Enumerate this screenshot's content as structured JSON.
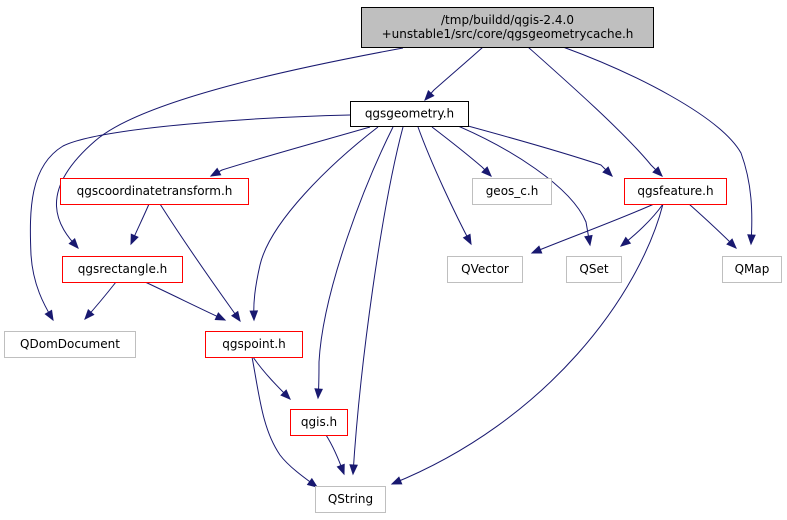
{
  "style": {
    "edge_color": "#191970",
    "main_fill": "#bfbfbf",
    "main_border": "#000000",
    "documented_border": "#ff0000",
    "external_border": "#bfbfbf",
    "box_fill": "#ffffff"
  },
  "nodes": {
    "qgsgeometrycache": {
      "lines": [
        "/tmp/buildd/qgis-2.4.0",
        "+unstable1/src/core/qgsgeometrycache.h"
      ],
      "kind": "main"
    },
    "qgsgeometry": {
      "lines": [
        "qgsgeometry.h"
      ],
      "kind": "focus"
    },
    "qgscoordinatetransform": {
      "lines": [
        "qgscoordinatetransform.h"
      ],
      "kind": "documented"
    },
    "geos_c": {
      "lines": [
        "geos_c.h"
      ],
      "kind": "external"
    },
    "qgsfeature": {
      "lines": [
        "qgsfeature.h"
      ],
      "kind": "documented"
    },
    "qgsrectangle": {
      "lines": [
        "qgsrectangle.h"
      ],
      "kind": "documented"
    },
    "qvector": {
      "lines": [
        "QVector"
      ],
      "kind": "external"
    },
    "qset": {
      "lines": [
        "QSet"
      ],
      "kind": "external"
    },
    "qmap": {
      "lines": [
        "QMap"
      ],
      "kind": "external"
    },
    "qdomdocument": {
      "lines": [
        "QDomDocument"
      ],
      "kind": "external"
    },
    "qgspoint": {
      "lines": [
        "qgspoint.h"
      ],
      "kind": "documented"
    },
    "qgis": {
      "lines": [
        "qgis.h"
      ],
      "kind": "documented"
    },
    "qstring": {
      "lines": [
        "QString"
      ],
      "kind": "external"
    }
  },
  "edges": [
    [
      "qgsgeometrycache",
      "qgsgeometry"
    ],
    [
      "qgsgeometrycache",
      "qgsrectangle"
    ],
    [
      "qgsgeometrycache",
      "qgsfeature"
    ],
    [
      "qgsgeometrycache",
      "qmap"
    ],
    [
      "qgsgeometry",
      "qgscoordinatetransform"
    ],
    [
      "qgsgeometry",
      "geos_c"
    ],
    [
      "qgsgeometry",
      "qgsfeature"
    ],
    [
      "qgsgeometry",
      "qvector"
    ],
    [
      "qgsgeometry",
      "qset"
    ],
    [
      "qgsgeometry",
      "qdomdocument"
    ],
    [
      "qgsgeometry",
      "qgspoint"
    ],
    [
      "qgsgeometry",
      "qgis"
    ],
    [
      "qgsgeometry",
      "qstring"
    ],
    [
      "qgscoordinatetransform",
      "qgsrectangle"
    ],
    [
      "qgscoordinatetransform",
      "qgspoint"
    ],
    [
      "qgsfeature",
      "qvector"
    ],
    [
      "qgsfeature",
      "qset"
    ],
    [
      "qgsfeature",
      "qmap"
    ],
    [
      "qgsfeature",
      "qstring"
    ],
    [
      "qgsrectangle",
      "qdomdocument"
    ],
    [
      "qgsrectangle",
      "qgspoint"
    ],
    [
      "qgspoint",
      "qgis"
    ],
    [
      "qgspoint",
      "qstring"
    ],
    [
      "qgis",
      "qstring"
    ]
  ]
}
